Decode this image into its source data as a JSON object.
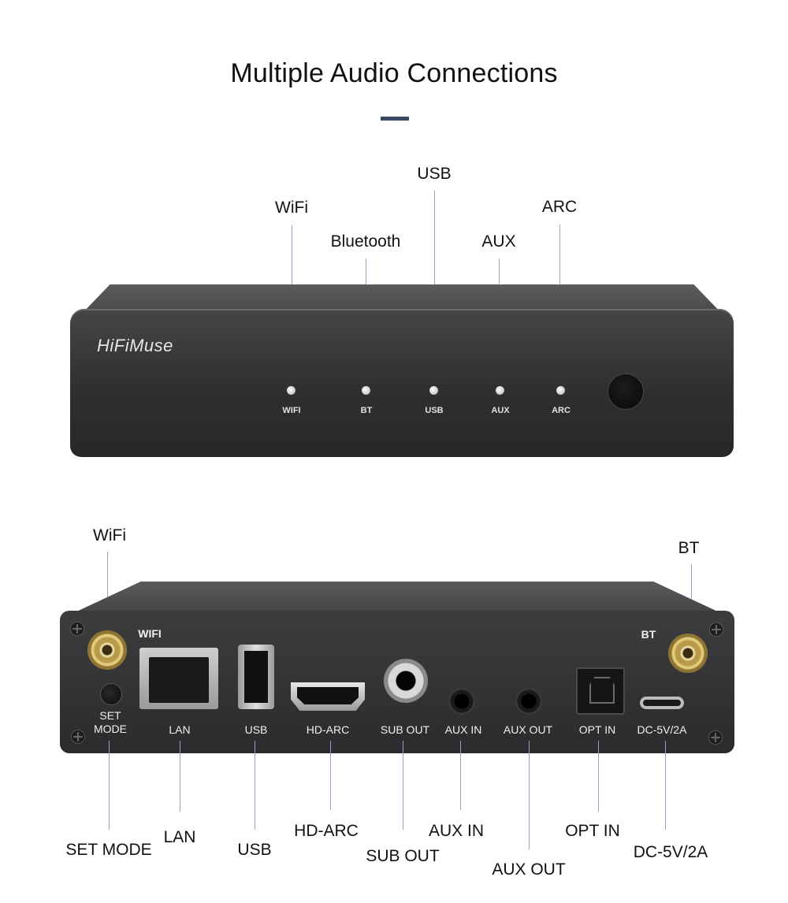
{
  "title": "Multiple Audio Connections",
  "front": {
    "brand": "HiFiMuse",
    "callouts": {
      "wifi": "WiFi",
      "bluetooth": "Bluetooth",
      "usb": "USB",
      "aux": "AUX",
      "arc": "ARC"
    },
    "led_labels": {
      "wifi": "WIFI",
      "bt": "BT",
      "usb": "USB",
      "aux": "AUX",
      "arc": "ARC"
    }
  },
  "rear": {
    "callouts": {
      "wifi": "WiFi",
      "bt": "BT",
      "set_mode": "SET MODE",
      "lan": "LAN",
      "usb": "USB",
      "hd_arc": "HD-ARC",
      "sub_out": "SUB OUT",
      "aux_in": "AUX IN",
      "aux_out": "AUX OUT",
      "opt_in": "OPT IN",
      "dc": "DC-5V/2A"
    },
    "panel_labels": {
      "wifi": "WIFI",
      "bt": "BT",
      "set": "SET",
      "mode": "MODE",
      "lan": "LAN",
      "usb": "USB",
      "hd_arc": "HD-ARC",
      "sub_out": "SUB OUT",
      "aux_in": "AUX IN",
      "aux_out": "AUX OUT",
      "opt_in": "OPT IN",
      "dc": "DC-5V/2A"
    }
  }
}
